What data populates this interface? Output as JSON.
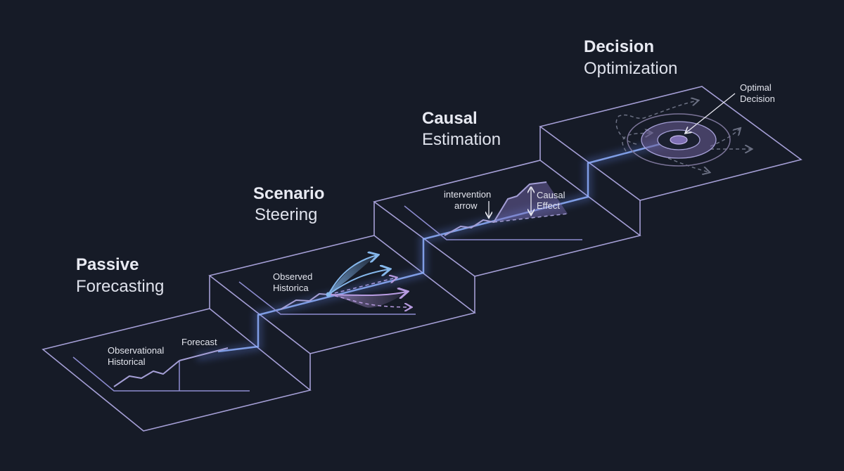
{
  "stages": [
    {
      "title_bold": "Passive",
      "title_light": "Forecasting",
      "labels": {
        "historical_1": "Observational",
        "historical_2": "Historical",
        "forecast": "Forecast"
      }
    },
    {
      "title_bold": "Scenario",
      "title_light": "Steering",
      "labels": {
        "observed_1": "Observed",
        "observed_2": "Historica"
      }
    },
    {
      "title_bold": "Causal",
      "title_light": "Estimation",
      "labels": {
        "intervention_1": "intervention",
        "intervention_2": "arrow",
        "effect_1": "Causal",
        "effect_2": "Effect"
      }
    },
    {
      "title_bold": "Decision",
      "title_light": "Optimization",
      "labels": {
        "optimal_1": "Optimal",
        "optimal_2": "Decision"
      }
    }
  ],
  "colors": {
    "background": "#161b27",
    "edge": "#a59fd6",
    "glow": "#8fb0ff",
    "scenario_up": "#7fb2e8",
    "scenario_down": "#b79be0"
  }
}
